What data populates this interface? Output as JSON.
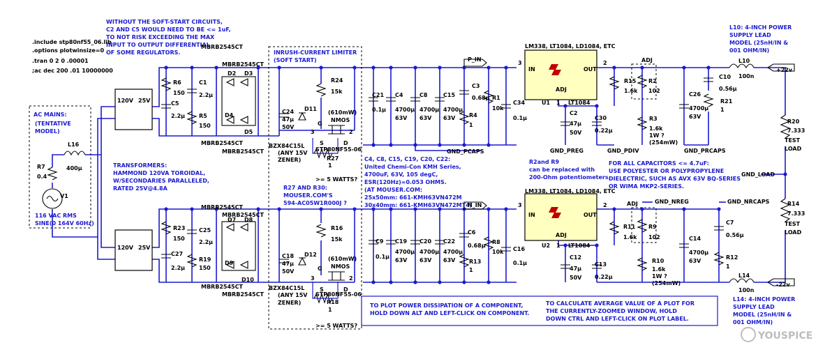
{
  "directives": [
    ".include stp80nf55_06.lib",
    ".options plotwinsize=0",
    ".tran 0 2 0 .00001",
    ";ac dec 200 .01 10000000"
  ],
  "notes": {
    "soft_start": [
      "WITHOUT THE SOFT-START CIRCUITS,",
      "C2 AND C5 WOULD NEED TO BE <= 1uF,",
      "TO NOT RISK EXCEEDING THE MAX",
      "INPUT TO OUTPUT DIFFERENTIAL",
      "OF SOME REGULATORS."
    ],
    "transformers": [
      "TRANSFORMERS:",
      "HAMMOND 120VA TOROIDAL,",
      "W/SECONDARIES PARALLELED,",
      "RATED 25V@4.8A"
    ],
    "inrush": [
      "INRUSH-CURRENT LIMITER",
      "(SOFT START)"
    ],
    "r27_r30": [
      "R27 AND R30:",
      "MOUSER.COM'S",
      "594-AC05W1R000J ?"
    ],
    "caps": [
      "C4, C8, C15, C19, C20, C22:",
      "United Chemi-Con KMH Series,",
      "4700uF, 63V, 105 degC,",
      "ESR(120Hz)=0.053 OHMS.",
      "(AT MOUSER.COM:",
      "25x50mm: 661-KMH63VN472M",
      "30x40mm: 661-KMH63VN472MT4)"
    ],
    "pots": [
      "R2and R9",
      "can be replaced with",
      "200-Ohm potentiometers."
    ],
    "small_caps": [
      "FOR ALL CAPACITORS <= 4.7uF:",
      "USE POLYESTER  OR POLYPROPYLENE",
      "DIELECTRIC, SUCH AS AVX 63V BQ-SERIES",
      "OR WIMA MKP2-SERIES."
    ],
    "l10": [
      "L10: 4-INCH POWER",
      "SUPPLY LEAD",
      "MODEL (25nH/IN &",
      "001 OHM/IN)"
    ],
    "l14": [
      "L14: 4-INCH POWER",
      "SUPPLY LEAD",
      "MODEL (25nH/IN &",
      "001 OHM/IN)"
    ]
  },
  "ac_mains": {
    "title": "AC MAINS:",
    "sub1": "(TENTATIVE",
    "sub2": "MODEL)",
    "source_label": "116 VAC RMS",
    "source_value": "SINE(0 164V 60Hz)"
  },
  "footnotes": {
    "power": [
      "TO PLOT POWER DISSIPATION OF A COMPONENT,",
      "HOLD DOWN ALT AND LEFT-CLICK ON COMPONENT."
    ],
    "average": [
      "TO CALCULATE AVERAGE VALUE OF A PLOT FOR",
      "THE CURRENTLY-ZOOMED WINDOW, HOLD",
      "DOWN CTRL AND LEFT-CLICK ON PLOT LABEL."
    ]
  },
  "labels": {
    "L16": "L16",
    "L16_val": "400µ",
    "R7": "R7",
    "R7_val": "0.4",
    "V1": "V1",
    "xf_pri": "120V",
    "xf_sec": "25V",
    "mbr": "MBRB2545CT",
    "R6": "R6",
    "R6_val": "150",
    "C5": "C5",
    "C5_val": "2.2µ",
    "C1": "C1",
    "C1_val": "2.2µ",
    "R5": "R5",
    "R5_val": "150",
    "D2": "D2",
    "D3": "D3",
    "D4": "D4",
    "D5": "D5",
    "R23": "R23",
    "R23_val": "150",
    "C27": "C27",
    "C27_val": "2.2µ",
    "C25": "C25",
    "C25_val": "2.2µ",
    "R19": "R19",
    "R19_val": "150",
    "D7": "D7",
    "D8": "D8",
    "D9": "D9",
    "D10": "D10",
    "R24": "R24",
    "R24_val": "15k",
    "R16": "R16",
    "R16_val": "15k",
    "C24": "C24",
    "C24_v1": "47µ",
    "C24_v2": "50V",
    "C18": "C18",
    "C18_v1": "47µ",
    "C18_v2": "50V",
    "D11": "D11",
    "D12": "D12",
    "m_power": "(610mW)",
    "nmos": "NMOS",
    "G": "G",
    "S": "S",
    "D": "D",
    "pin1": "1",
    "pin2": "2",
    "pin3": "3",
    "mosfet_part": "STP80NF55-06",
    "R27": "R27",
    "R27_val": "1",
    "R18": "R18",
    "R18_val": "1",
    "watts": ">= 5 WATTS?",
    "zener_part": "BZX84C15L",
    "zener_note1": "(ANY 15V",
    "zener_note2": "ZENER)",
    "C21": "C21",
    "C21_val": "0.1µ",
    "C4": "C4",
    "C8": "C8",
    "C15": "C15",
    "cap_4700": "4700µ",
    "cap_63v": "63V",
    "C3": "C3",
    "C3_val": "0.68µ",
    "R4": "R4",
    "R4_val": "1",
    "R1": "R1",
    "R1_val": "10k",
    "C34": "C34",
    "C34_val": "0.1µ",
    "p_in": "P_IN",
    "gnd_pcaps": "GND_PCAPS",
    "C9": "C9",
    "C9_val": "0.1µ",
    "C19": "C19",
    "C20": "C20",
    "C22": "C22",
    "C6": "C6",
    "C6_val": "0.68µ",
    "R13": "R13",
    "R13_val": "1",
    "R8": "R8",
    "R8_val": "10k",
    "C16": "C16",
    "C16_val": "0.1µ",
    "n_in": "N_IN",
    "reg_list": "LM338, LT1084, LD1084, ETC",
    "IN": "IN",
    "OUT": "OUT",
    "ADJ": "ADJ",
    "U1": "U1",
    "U2": "U2",
    "lt1084": "LT1084",
    "C2": "C2",
    "C2_v1": "47µ",
    "C2_v2": "50V",
    "C30": "C30",
    "C30_val": "0.22µ",
    "C12": "C12",
    "C12_v1": "47µ",
    "C12_v2": "50V",
    "C13": "C13",
    "C13_val": "0.22µ",
    "gnd_preg": "GND_PREG",
    "R15": "R15",
    "R15_val": "1.6k",
    "R2": "R2",
    "R2_val": "102",
    "R3": "R3",
    "R3_val": "1.6k",
    "r_1w": "1W ?",
    "r_254": "(254mW)",
    "gnd_pdiv": "GND_PDIV",
    "R11": "R11",
    "R11_val": "1.6k",
    "R9": "R9",
    "R9_val": "102",
    "R10": "R10",
    "R10_val": "1.6k",
    "gnd_nreg": "GND_NREG",
    "C26": "C26",
    "C26_v1": "4700µ",
    "C26_v2": "63V",
    "C14": "C14",
    "C14_v1": "4700µ",
    "C14_v2": "63V",
    "C10": "C10",
    "C10_val": "0.56µ",
    "R21": "R21",
    "R21_val": "1",
    "C7": "C7",
    "C7_val": "0.56µ",
    "R12": "R12",
    "R12_val": "1",
    "gnd_prcaps": "GND_PRCAPS",
    "gnd_nrcaps": "GND_NRCAPS",
    "L10": "L10",
    "L10_val": "100n",
    "L14": "L14",
    "L14_val": "100n",
    "out_pos": "+22v",
    "out_neg": "-22v",
    "R20": "R20",
    "R20_val": "7.333",
    "R14": "R14",
    "R14_val": "7.333",
    "test": "TEST",
    "load": "LOAD",
    "gnd_load": "GND_LOAD"
  },
  "watermark": {
    "text": "YOUSPICE"
  }
}
